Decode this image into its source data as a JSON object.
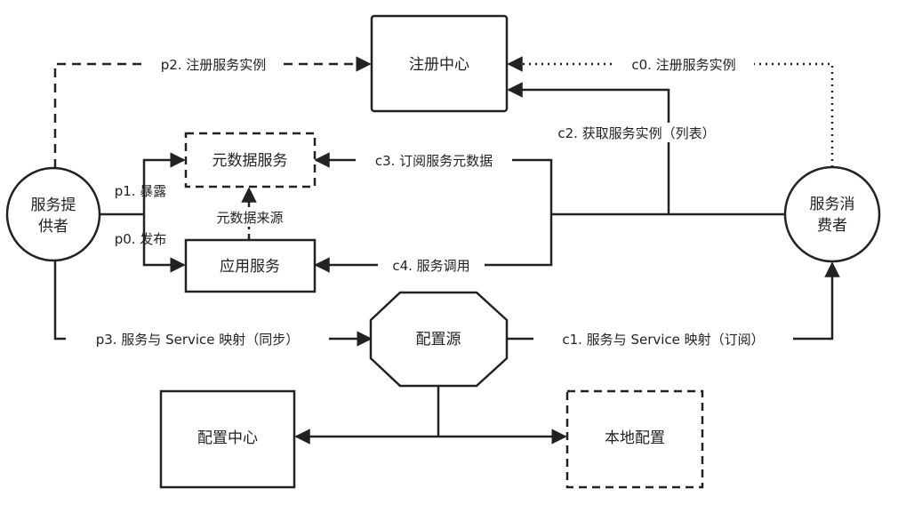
{
  "nodes": {
    "registry": "注册中心",
    "metadata_service": "元数据服务",
    "app_service": "应用服务",
    "provider_line1": "服务提",
    "provider_line2": "供者",
    "consumer_line1": "服务消",
    "consumer_line2": "费者",
    "config_source": "配置源",
    "config_center": "配置中心",
    "local_config": "本地配置"
  },
  "edges": {
    "p2": "p2. 注册服务实例",
    "c0": "c0. 注册服务实例",
    "c2": "c2. 获取服务实例（列表）",
    "p1": "p1. 暴露",
    "p0": "p0. 发布",
    "c3": "c3. 订阅服务元数据",
    "metadata_source": "元数据来源",
    "c4": "c4. 服务调用",
    "p3": "p3. 服务与 Service 映射（同步）",
    "c1": "c1. 服务与 Service 映射（订阅）"
  }
}
